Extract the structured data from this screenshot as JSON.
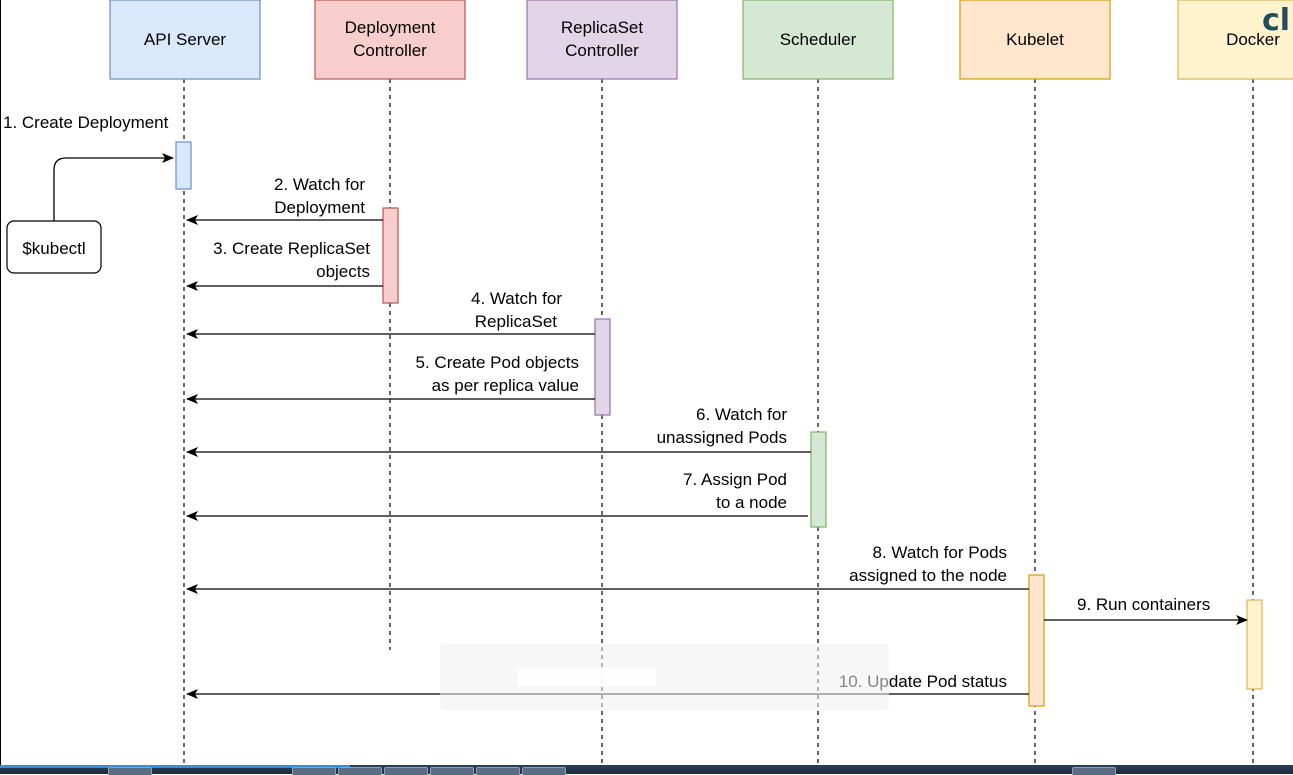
{
  "participants": [
    {
      "id": "api",
      "lines": [
        "API Server"
      ],
      "fill": "#dae8fc",
      "stroke": "#6c8ebf"
    },
    {
      "id": "deploy",
      "lines": [
        "Deployment",
        "Controller"
      ],
      "fill": "#f8cecc",
      "stroke": "#b85450"
    },
    {
      "id": "rs",
      "lines": [
        "ReplicaSet",
        "Controller"
      ],
      "fill": "#e1d5e7",
      "stroke": "#9673a6"
    },
    {
      "id": "sched",
      "lines": [
        "Scheduler"
      ],
      "fill": "#d5e8d4",
      "stroke": "#82b366"
    },
    {
      "id": "kubelet",
      "lines": [
        "Kubelet"
      ],
      "fill": "#ffe6cc",
      "stroke": "#d79b00"
    },
    {
      "id": "docker",
      "lines": [
        "Docker"
      ],
      "fill": "#fff2cc",
      "stroke": "#d6b656"
    }
  ],
  "kubectl_label": "$kubectl",
  "messages": [
    {
      "id": "m1",
      "lines": [
        "1. Create Deployment"
      ]
    },
    {
      "id": "m2",
      "lines": [
        "2. Watch for",
        "Deployment"
      ]
    },
    {
      "id": "m3",
      "lines": [
        "3. Create ReplicaSet",
        "objects"
      ]
    },
    {
      "id": "m4",
      "lines": [
        "4. Watch for",
        "ReplicaSet"
      ]
    },
    {
      "id": "m5",
      "lines": [
        "5. Create Pod objects",
        "as per replica value"
      ]
    },
    {
      "id": "m6",
      "lines": [
        "6. Watch for",
        "unassigned Pods"
      ]
    },
    {
      "id": "m7",
      "lines": [
        "7. Assign Pod",
        "to a node"
      ]
    },
    {
      "id": "m8",
      "lines": [
        "8. Watch for Pods",
        "assigned to the node"
      ]
    },
    {
      "id": "m9",
      "lines": [
        "9. Run containers"
      ]
    },
    {
      "id": "m10",
      "lines": [
        "10. Update Pod status"
      ]
    }
  ],
  "brand_text": "cl",
  "colors": {
    "line": "#000000",
    "brand": "#1f4e5a"
  }
}
